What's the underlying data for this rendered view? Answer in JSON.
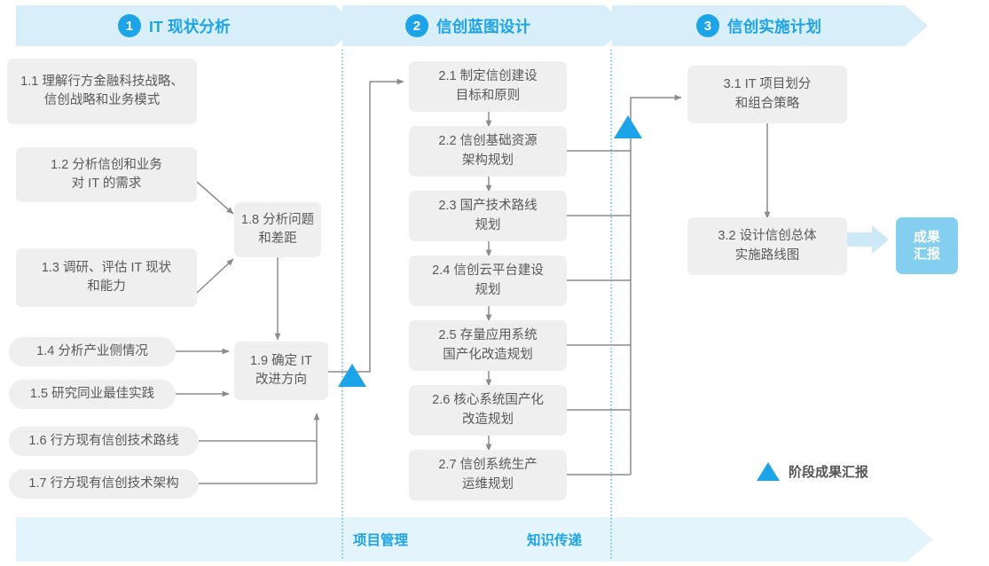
{
  "header": {
    "stages": [
      {
        "num": "1",
        "label": "IT 现状分析"
      },
      {
        "num": "2",
        "label": "信创蓝图设计"
      },
      {
        "num": "3",
        "label": "信创实施计划"
      }
    ],
    "band_color": "#D8EEF9"
  },
  "footer": {
    "labels": [
      "项目管理",
      "知识传递"
    ],
    "band_color": "#E4F4FC"
  },
  "stage1": {
    "boxes": [
      {
        "id": "1.1",
        "text": "1.1 理解行方金融科技战略、\n信创战略和业务模式"
      },
      {
        "id": "1.2",
        "text": "1.2 分析信创和业务\n对 IT 的需求"
      },
      {
        "id": "1.3",
        "text": "1.3 调研、评估 IT 现状\n和能力"
      },
      {
        "id": "1.4",
        "text": "1.4 分析产业侧情况"
      },
      {
        "id": "1.5",
        "text": "1.5 研究同业最佳实践"
      },
      {
        "id": "1.6",
        "text": "1.6 行方现有信创技术路线"
      },
      {
        "id": "1.7",
        "text": "1.7 行方现有信创技术架构"
      },
      {
        "id": "1.8",
        "text": "1.8 分析问题\n和差距"
      },
      {
        "id": "1.9",
        "text": "1.9 确定 IT\n改进方向"
      }
    ]
  },
  "stage2": {
    "boxes": [
      {
        "id": "2.1",
        "text": "2.1 制定信创建设\n目标和原则"
      },
      {
        "id": "2.2",
        "text": "2.2 信创基础资源\n架构规划"
      },
      {
        "id": "2.3",
        "text": "2.3 国产技术路线\n规划"
      },
      {
        "id": "2.4",
        "text": "2.4 信创云平台建设\n规划"
      },
      {
        "id": "2.5",
        "text": "2.5 存量应用系统\n国产化改造规划"
      },
      {
        "id": "2.6",
        "text": "2.6 核心系统国产化\n改造规划"
      },
      {
        "id": "2.7",
        "text": "2.7 信创系统生产\n运维规划"
      }
    ]
  },
  "stage3": {
    "boxes": [
      {
        "id": "3.1",
        "text": "3.1 IT 项目划分\n和组合策略"
      },
      {
        "id": "3.2",
        "text": "3.2 设计信创总体\n实施路线图"
      }
    ],
    "result_badge": "成果\n汇报"
  },
  "legend": {
    "label": "阶段成果汇报",
    "marker_color": "#1CA3E8"
  },
  "colors": {
    "accent": "#1CA3E8",
    "box_fill": "#efefef",
    "box_text": "#595959",
    "wire": "#8c8c8c",
    "divider": "#49B5E8",
    "badge_fill": "#84CFF0",
    "badge_arrow": "#CDE9F8"
  }
}
